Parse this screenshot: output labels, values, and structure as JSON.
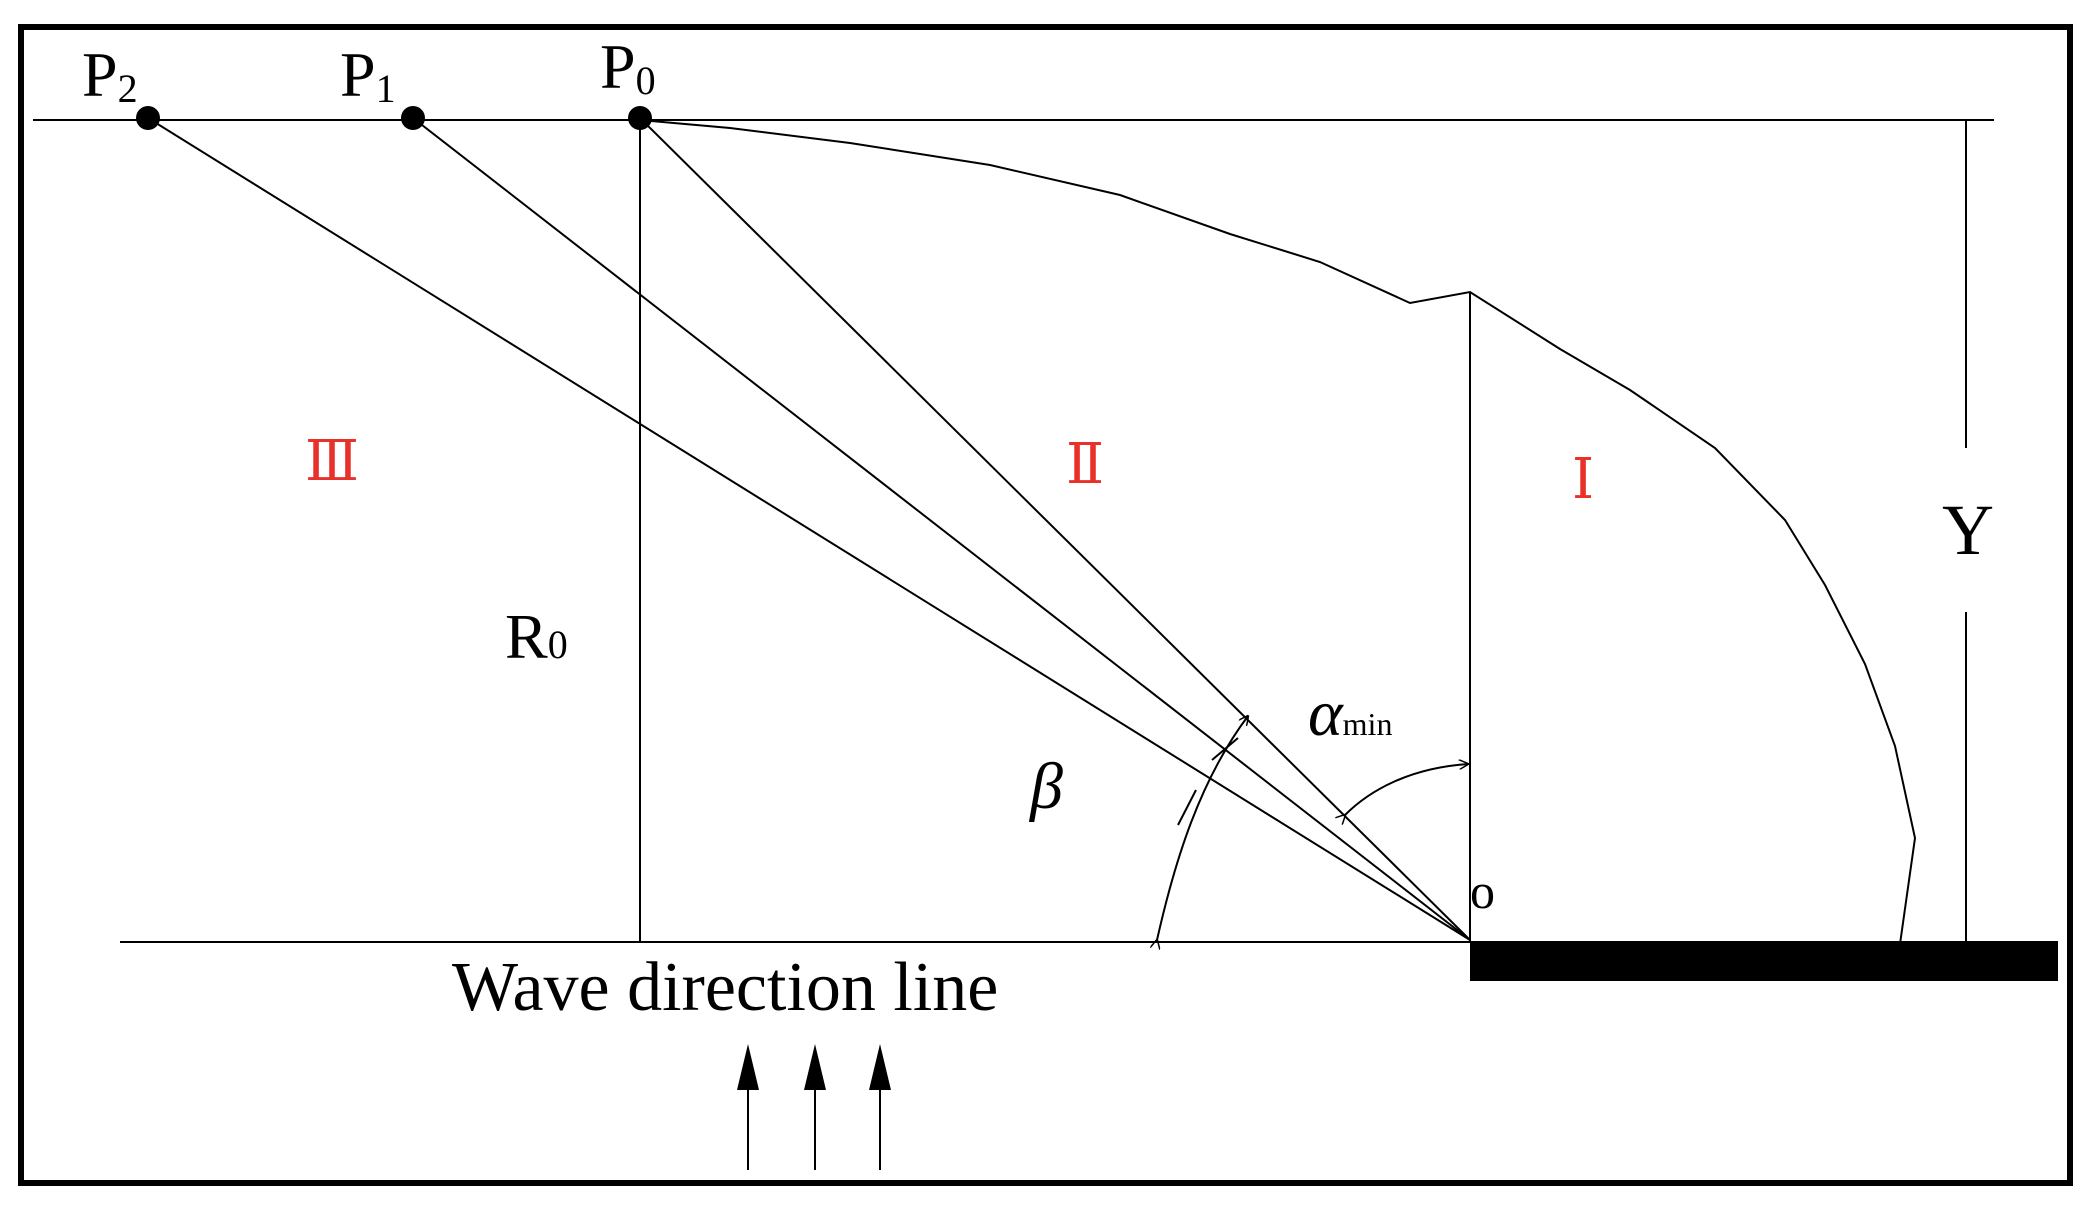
{
  "labels": {
    "p2": "P",
    "p2_sub": "2",
    "p1": "P",
    "p1_sub": "1",
    "p0": "P",
    "p0_sub": "0",
    "r0": "R",
    "r0_sub": "0",
    "alpha": "α",
    "alpha_sub": "min",
    "beta": "β",
    "origin": "o",
    "y_axis": "Y",
    "region_1": "Ⅰ",
    "region_2": "Ⅱ",
    "region_3": "Ⅲ",
    "wave_direction": "Wave direction line"
  },
  "colors": {
    "region_labels": "#e8312b",
    "lines": "#000000"
  },
  "wave_arrows": 3
}
